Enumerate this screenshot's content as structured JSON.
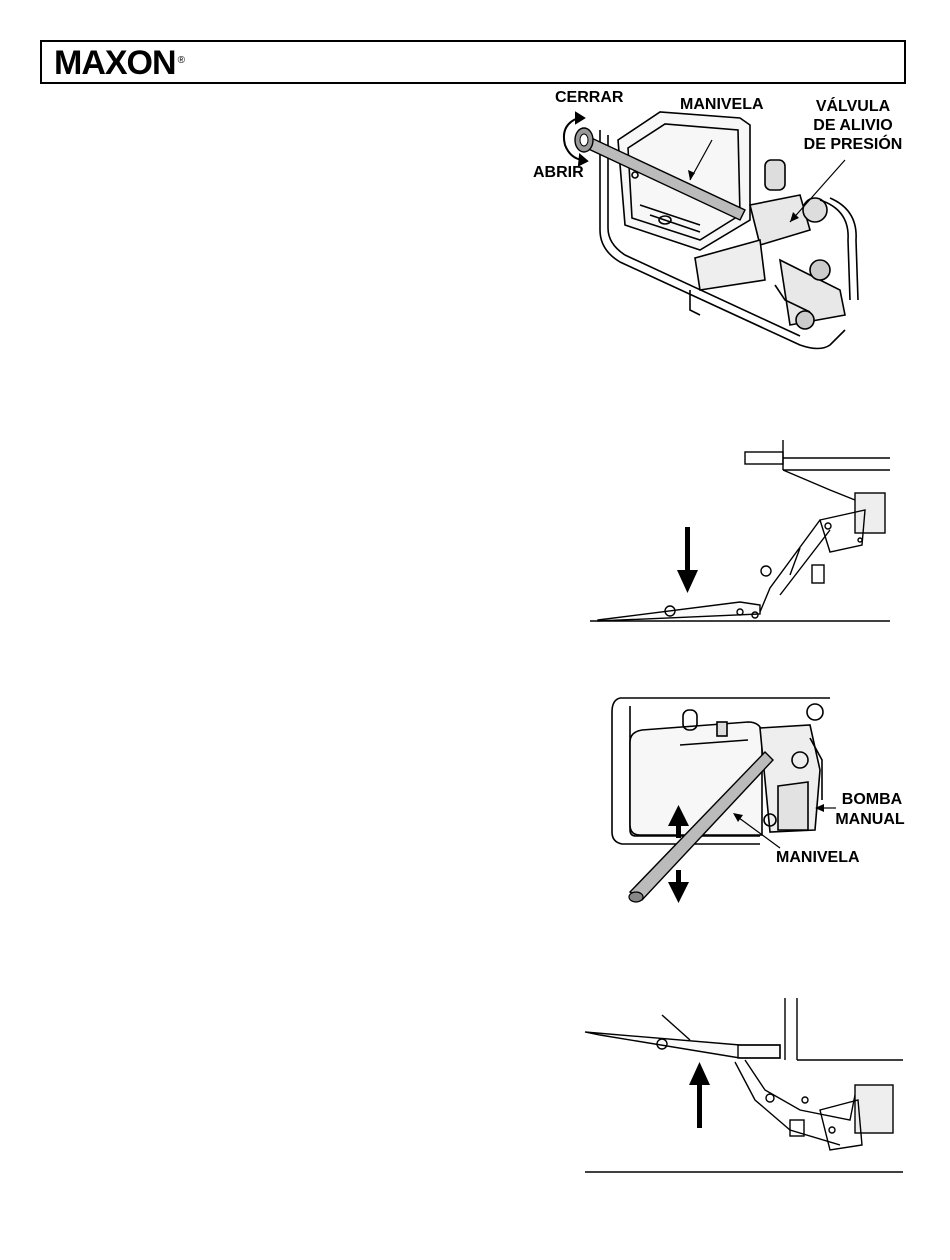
{
  "header": {
    "logo_text": "MAXON",
    "logo_mark": "®"
  },
  "figure1": {
    "label_close": "CERRAR",
    "label_open": "ABRIR",
    "label_handle": "MANIVELA",
    "label_valve_line1": "VÁLVULA",
    "label_valve_line2": "DE ALIVIO",
    "label_valve_line3": "DE PRESIÓN"
  },
  "figure2": {
    "arrow": "down-arrow-icon"
  },
  "figure3": {
    "label_pump_line1": "BOMBA",
    "label_pump_line2": "MANUAL",
    "label_handle": "MANIVELA"
  },
  "figure4": {
    "arrow": "up-arrow-icon"
  }
}
